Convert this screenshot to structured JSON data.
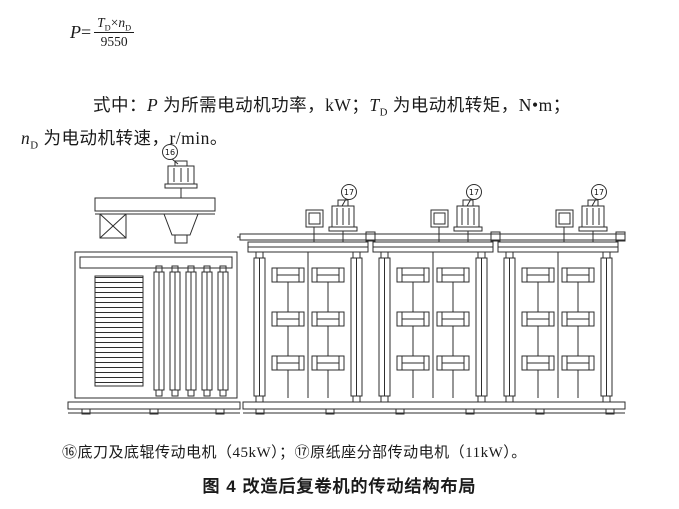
{
  "formula": {
    "p": "P",
    "equals": "=",
    "num_t": "T",
    "num_t_sub": "D",
    "times": "×",
    "num_n": "n",
    "num_n_sub": "D",
    "denominator": "9550"
  },
  "paragraph": {
    "seg1": "式中：",
    "var_p": "P",
    "seg2": " 为所需电动机功率，kW；",
    "var_t": "T",
    "var_t_sub": "D",
    "seg3": " 为电动机转矩，N•m；",
    "var_n": "n",
    "var_n_sub": "D",
    "seg4": " 为电动机转速，r/min。"
  },
  "diagram": {
    "motor16_label": "16",
    "motor17_label": "17"
  },
  "captions": {
    "note": "⑯底刀及底辊传动电机（45kW）；⑰原纸座分部传动电机（11kW）。",
    "figure": "图 4  改造后复卷机的传动结构布局"
  },
  "colors": {
    "ink": "#1a1a1a",
    "line": "#2e2e2e"
  }
}
